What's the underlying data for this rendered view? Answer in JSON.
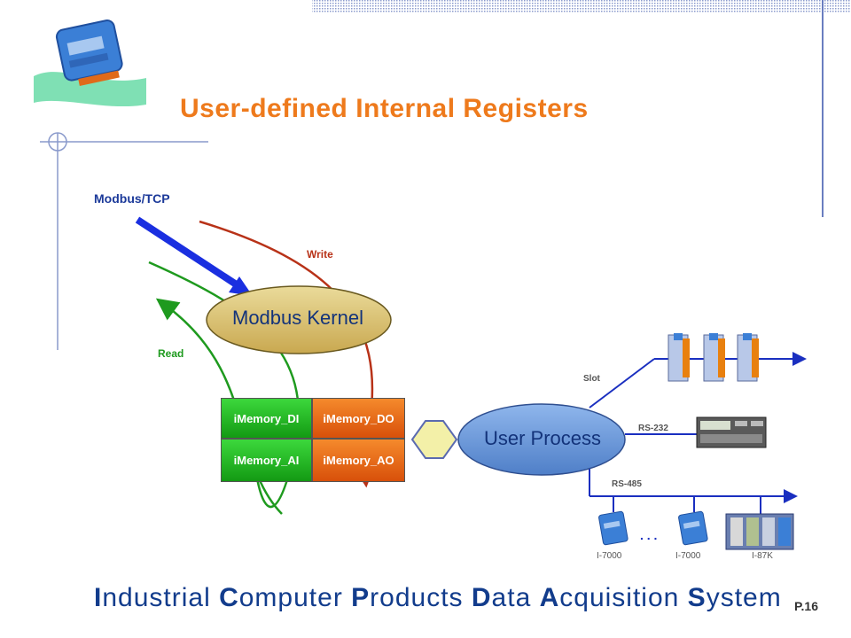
{
  "slide": {
    "title": "User-defined Internal Registers",
    "page": "P.16"
  },
  "diagram": {
    "protocol_label": "Modbus/TCP",
    "write_label": "Write",
    "read_label": "Read",
    "kernel_label": "Modbus Kernel",
    "user_process_label": "User Process",
    "memory": {
      "di": "iMemory_DI",
      "do": "iMemory_DO",
      "ai": "iMemory_AI",
      "ao": "iMemory_AO"
    },
    "slot_label": "Slot",
    "rs232_label": "RS-232",
    "rs485_label": "RS-485",
    "ellipsis": ". . .",
    "devices": [
      "I-7000",
      "I-7000",
      "I-87K"
    ]
  },
  "footer": {
    "w1_initial": "I",
    "w1_rest": "ndustrial ",
    "w2_initial": "C",
    "w2_rest": "omputer ",
    "w3_initial": "P",
    "w3_rest": "roducts ",
    "w4_initial": "D",
    "w4_rest": "ata ",
    "w5_initial": "A",
    "w5_rest": "cquisition ",
    "w6_initial": "S",
    "w6_rest": "ystem"
  },
  "colors": {
    "title": "#ee7a1c",
    "footer": "#123c8c",
    "green_cell": "#22b022",
    "orange_cell": "#e8620f",
    "kernel_fill": "#d8c06a",
    "process_fill": "#6a9ad8",
    "arrow_blue": "#1a2fe0",
    "arrow_red": "#b83218",
    "arrow_green": "#1e9a1e"
  },
  "icons": [
    "device-logo-icon",
    "io-module-icon",
    "meter-icon",
    "i7000-icon",
    "i87k-rack-icon"
  ]
}
